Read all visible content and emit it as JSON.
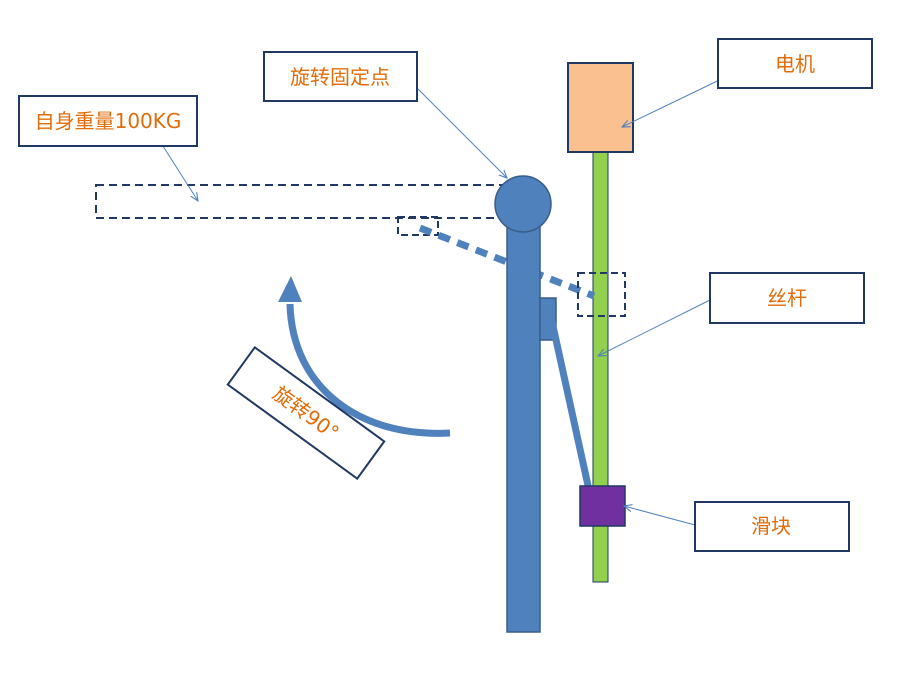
{
  "labels": {
    "pivot": "旋转固定点",
    "weight": "自身重量100KG",
    "motor": "电机",
    "screw": "丝杆",
    "slider": "滑块",
    "rotate": "旋转90°"
  },
  "colors": {
    "column": "#4F81BD",
    "column_stroke": "#385D8A",
    "motor": "#FAC090",
    "screw": "#92D050",
    "slider": "#7030A0",
    "label_text": "#E36C09",
    "box_border": "#1F3864",
    "dashed": "#1F3864"
  }
}
